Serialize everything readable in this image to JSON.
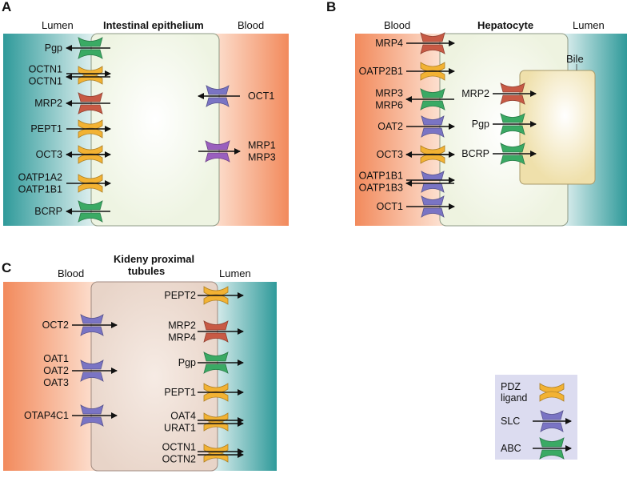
{
  "panels": {
    "A": {
      "letter": "A",
      "left_label": "Lumen",
      "title": "Intestinal epithelium",
      "right_label": "Blood",
      "lumen_transporters": [
        {
          "lines": [
            "Pgp"
          ],
          "kind": "abc",
          "arrows": [
            "left"
          ]
        },
        {
          "lines": [
            "OCTN1",
            "OCTN1"
          ],
          "kind": "pdz",
          "arrows": [
            "right",
            "left"
          ]
        },
        {
          "lines": [
            "MRP2"
          ],
          "kind": "abc_red",
          "arrows": [
            "left"
          ]
        },
        {
          "lines": [
            "PEPT1"
          ],
          "kind": "pdz",
          "arrows": [
            "right"
          ]
        },
        {
          "lines": [
            "OCT3"
          ],
          "kind": "pdz",
          "arrows": [
            "both"
          ]
        },
        {
          "lines": [
            "OATP1A2",
            "OATP1B1"
          ],
          "kind": "pdz",
          "arrows": [
            "right"
          ]
        },
        {
          "lines": [
            "BCRP"
          ],
          "kind": "abc",
          "arrows": [
            "left"
          ]
        }
      ],
      "blood_transporters": [
        {
          "lines": [
            "OCT1"
          ],
          "kind": "slc",
          "arrows": [
            "left"
          ]
        },
        {
          "lines": [
            "MRP1",
            "MRP3"
          ],
          "kind": "abc_purple",
          "arrows": [
            "right"
          ]
        }
      ]
    },
    "B": {
      "letter": "B",
      "left_label": "Blood",
      "title": "Hepatocyte",
      "right_label": "Lumen",
      "bile_label": "Bile",
      "blood_transporters": [
        {
          "lines": [
            "MRP4"
          ],
          "kind": "abc_red",
          "arrows": [
            "right"
          ]
        },
        {
          "lines": [
            "OATP2B1"
          ],
          "kind": "pdz",
          "arrows": [
            "right"
          ]
        },
        {
          "lines": [
            "MRP3",
            "MRP6"
          ],
          "kind": "abc",
          "arrows": [
            "left"
          ]
        },
        {
          "lines": [
            "OAT2"
          ],
          "kind": "slc",
          "arrows": [
            "right"
          ]
        },
        {
          "lines": [
            "OCT3"
          ],
          "kind": "pdz",
          "arrows": [
            "both"
          ]
        },
        {
          "lines": [
            "OATP1B1",
            "OATP1B3"
          ],
          "kind": "slc",
          "arrows": [
            "right",
            "left"
          ]
        },
        {
          "lines": [
            "OCT1"
          ],
          "kind": "slc",
          "arrows": [
            "right"
          ]
        }
      ],
      "bile_transporters": [
        {
          "lines": [
            "MRP2"
          ],
          "kind": "abc_red",
          "arrows": [
            "right"
          ]
        },
        {
          "lines": [
            "Pgp"
          ],
          "kind": "abc",
          "arrows": [
            "right"
          ]
        },
        {
          "lines": [
            "BCRP"
          ],
          "kind": "abc",
          "arrows": [
            "right"
          ]
        }
      ]
    },
    "C": {
      "letter": "C",
      "left_label": "Blood",
      "title_lines": [
        "Kideny proximal",
        "tubules"
      ],
      "right_label": "Lumen",
      "blood_transporters": [
        {
          "lines": [
            "OCT2"
          ],
          "kind": "slc",
          "arrows": [
            "right"
          ]
        },
        {
          "lines": [
            "OAT1",
            "OAT2",
            "OAT3"
          ],
          "kind": "slc",
          "arrows": [
            "right"
          ]
        },
        {
          "lines": [
            "OTAP4C1"
          ],
          "kind": "slc",
          "arrows": [
            "right"
          ]
        }
      ],
      "lumen_transporters": [
        {
          "lines": [
            "PEPT2"
          ],
          "kind": "pdz",
          "arrows": [
            "right"
          ]
        },
        {
          "lines": [
            "MRP2",
            "MRP4"
          ],
          "kind": "abc_red",
          "arrows": [
            "right"
          ]
        },
        {
          "lines": [
            "Pgp"
          ],
          "kind": "abc",
          "arrows": [
            "right"
          ]
        },
        {
          "lines": [
            "PEPT1"
          ],
          "kind": "pdz",
          "arrows": [
            "right"
          ]
        },
        {
          "lines": [
            "OAT4",
            "URAT1"
          ],
          "kind": "pdz",
          "arrows": [
            "right",
            "right"
          ]
        },
        {
          "lines": [
            "OCTN1",
            "OCTN2"
          ],
          "kind": "pdz",
          "arrows": [
            "right",
            "right"
          ]
        }
      ]
    }
  },
  "legend": {
    "items": [
      {
        "lines": [
          "PDZ",
          "ligand"
        ],
        "kind": "pdz"
      },
      {
        "lines": [
          "SLC"
        ],
        "kind": "slc"
      },
      {
        "lines": [
          "ABC"
        ],
        "kind": "abc"
      }
    ]
  },
  "colors": {
    "pdz": "#f2b233",
    "slc": "#7a74c4",
    "abc": "#3aaa64",
    "abc_red": "#c85a45",
    "abc_purple": "#9a5fbe",
    "blood_gradient": [
      "#f28a5c",
      "#fde3d4"
    ],
    "lumen_gradient": [
      "#2f9a9a",
      "#e8f4f4"
    ],
    "intestinal_cell": "#eef4e2",
    "hepatocyte_cell": "#eef3e0",
    "bile": "#efe0ab",
    "kidney_cell": "#e8d4c8",
    "legend_bg": "#dcdcf0"
  }
}
